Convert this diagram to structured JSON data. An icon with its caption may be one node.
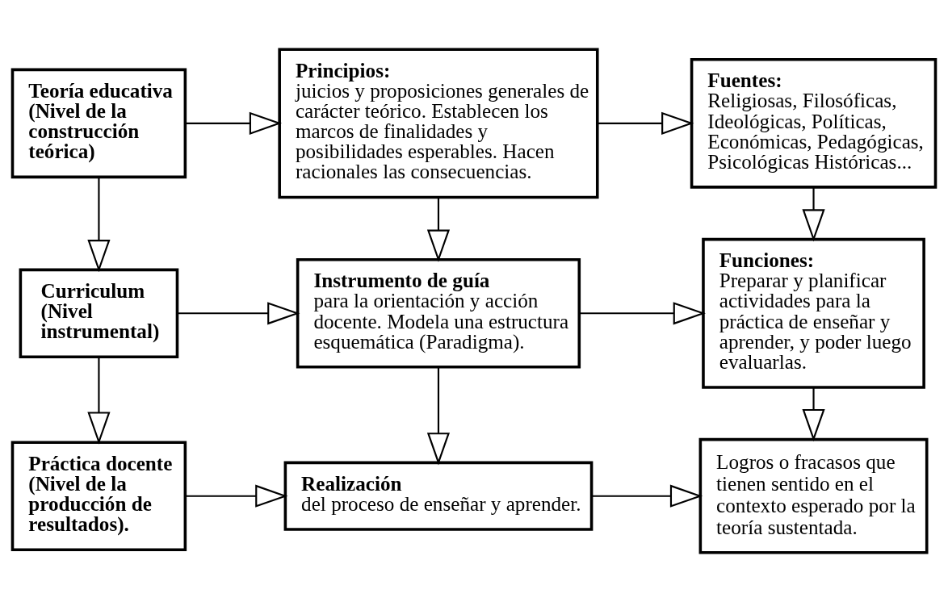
{
  "diagram": {
    "nodes": [
      {
        "text": [
          "Teoría educativa (Nivel de la construcción teórica)"
        ]
      },
      {
        "text": [
          "**Principios:** juicios y proposiciones generales de carácter teórico. Establecen los marcos de finalidades y posibilidades esperables. Hacen racionales las consecuencias."
        ]
      },
      {
        "text": [
          "Fuentes:",
          "Religiosas, Filosóficas, Ideológicas, Políticas, Económicas, Pedagógicas, Psicológicas Históricas..."
        ]
      },
      {
        "text": [
          "Curriculum (Nivel instrumental)"
        ]
      },
      {
        "text": [
          "**Instrumento de guía** para la orientación y acción docente. Modela una estructura esquemática (Paradigma)."
        ]
      },
      {
        "text": [
          "Funciones:",
          "Preparar y planificar actividades para la práctica de enseñar y aprender, y poder luego evaluarlas."
        ]
      },
      {
        "text": [
          "Práctica docente (Nivel de la producción de resultados)."
        ]
      },
      {
        "text": [
          "**Realización** del proceso de enseñar y aprender."
        ]
      },
      {
        "text": [
          "Logros o fracasos que tienen sentido en el contexto esperado por la teoría sustentada."
        ]
      }
    ],
    "edges": [
      {
        "from": 0,
        "to": 1,
        "arrow": "to"
      },
      {
        "from": 1,
        "to": 2,
        "arrow": "to"
      },
      {
        "from": 0,
        "to": 3,
        "arrow": "to"
      },
      {
        "from": 1,
        "to": 4,
        "arrow": "to"
      },
      {
        "from": 2,
        "to": 5,
        "arrow": "to"
      },
      {
        "from": 3,
        "to": 4,
        "arrow": "to"
      },
      {
        "from": 4,
        "to": 5,
        "arrow": "to"
      },
      {
        "from": 3,
        "to": 6,
        "arrow": "to"
      },
      {
        "from": 4,
        "to": 7,
        "arrow": "to"
      },
      {
        "from": 5,
        "to": 8,
        "arrow": "to"
      },
      {
        "from": 6,
        "to": 7,
        "arrow": "to"
      },
      {
        "from": 7,
        "to": 8,
        "arrow": "to"
      }
    ]
  }
}
